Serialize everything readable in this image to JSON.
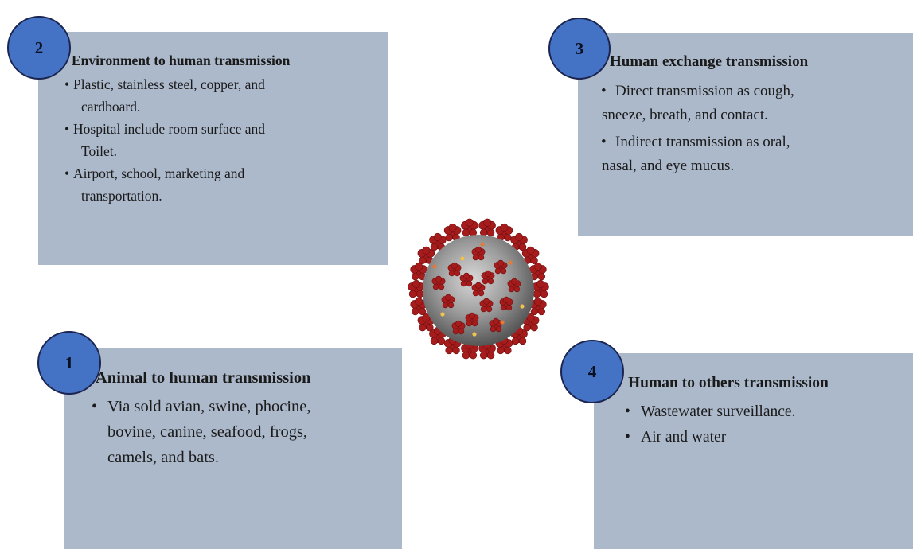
{
  "colors": {
    "panel_fill": "#acb9cb",
    "badge_fill": "#4472c4",
    "badge_border": "#1b2550",
    "virus_spike": "#a61c1c",
    "virus_body": "#8c8c8c"
  },
  "center_image": {
    "icon": "coronavirus-icon"
  },
  "panels": [
    {
      "number": "1",
      "title": "Animal to human transmission",
      "items": [
        {
          "bullet": "•",
          "lines": [
            "Via sold avian, swine, phocine,",
            "bovine, canine, seafood, frogs,",
            "camels, and bats."
          ]
        }
      ]
    },
    {
      "number": "2",
      "title": "Environment to human transmission",
      "items": [
        {
          "bullet": "•",
          "lines": [
            "Plastic, stainless steel, copper, and",
            "cardboard."
          ]
        },
        {
          "bullet": "•",
          "lines": [
            "Hospital include room surface and",
            "Toilet."
          ]
        },
        {
          "bullet": "•",
          "lines": [
            "Airport, school, marketing and",
            "transportation."
          ]
        }
      ]
    },
    {
      "number": "3",
      "title": "Human exchange transmission",
      "items": [
        {
          "bullet": "•",
          "lines": [
            "Direct transmission as cough,",
            "sneeze, breath, and contact."
          ]
        },
        {
          "bullet": "•",
          "lines": [
            "Indirect transmission as oral,",
            "nasal, and eye mucus."
          ]
        }
      ]
    },
    {
      "number": "4",
      "title": "Human to others transmission",
      "items": [
        {
          "bullet": "•",
          "lines": [
            "Wastewater surveillance."
          ]
        },
        {
          "bullet": "•",
          "lines": [
            "Air and water"
          ]
        }
      ]
    }
  ]
}
